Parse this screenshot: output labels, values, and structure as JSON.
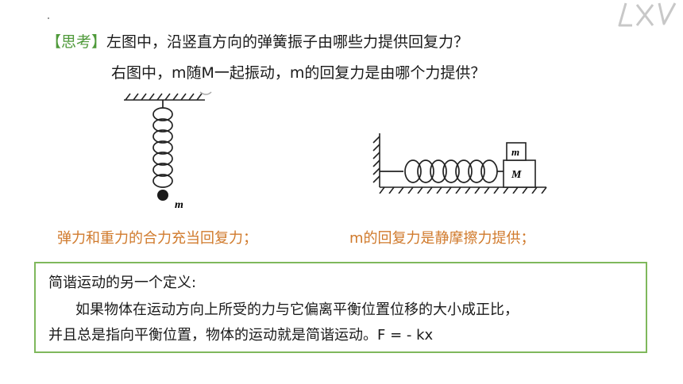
{
  "question": {
    "tag": "【思考】",
    "q1": "左图中，沿竖直方向的弹簧振子由哪些力提供回复力？",
    "q2": "右图中，m随M一起振动，m的回复力是由哪个力提供？"
  },
  "figures": {
    "left_mass_label": "m",
    "right_small_block": "m",
    "right_big_block": "M"
  },
  "answers": {
    "left": "弹力和重力的合力充当回复力；",
    "right": "m的回复力是静摩擦力提供；"
  },
  "definition": {
    "title": "简谐运动的另一个定义:",
    "body_line1": "如果物体在运动方向上所受的力与它偏离平衡位置位移的大小成正比，",
    "body_line2": "并且总是指向平衡位置，物体的运动就是简谐运动。F = - kx"
  },
  "colors": {
    "tag_green": "#4f9a3a",
    "answer_orange": "#d07a2c",
    "box_border": "#7fb85c"
  }
}
